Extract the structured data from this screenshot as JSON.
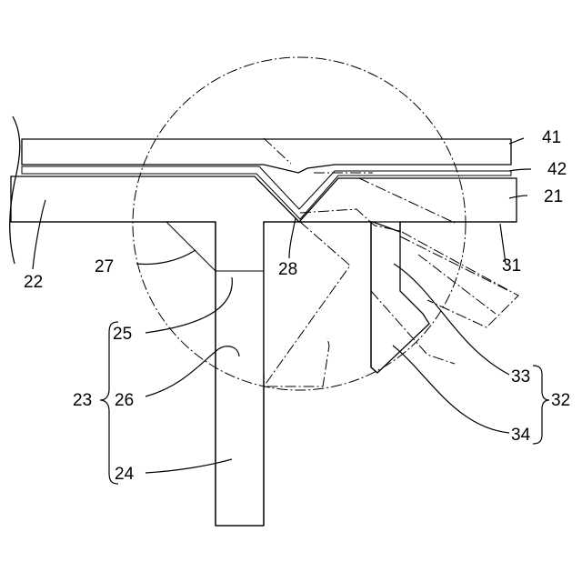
{
  "labels": {
    "l41": "41",
    "l42": "42",
    "l21": "21",
    "l22": "22",
    "l27": "27",
    "l28": "28",
    "l31": "31",
    "l25": "25",
    "l23": "23",
    "l26": "26",
    "l24": "24",
    "l33": "33",
    "l32": "32",
    "l34": "34"
  },
  "colors": {
    "line": "#000000",
    "background": "#ffffff"
  }
}
